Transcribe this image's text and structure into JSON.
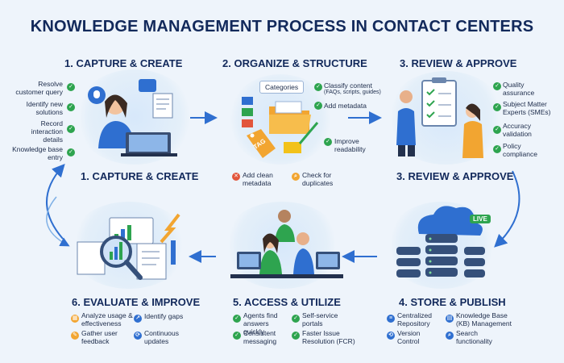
{
  "title": "KNOWLEDGE MANAGEMENT PROCESS IN CONTACT CENTERS",
  "stages": {
    "capture": {
      "title": "1. CAPTURE & CREATE",
      "bottom_title": "1. CAPTURE & CREATE",
      "items": [
        "Resolve customer query",
        "Identify new solutions",
        "Record interaction details",
        "Knowledge base entry"
      ]
    },
    "organize": {
      "title": "2. ORGANIZE & STRUCTURE",
      "categories_label": "Categories",
      "tag_label": "TAG",
      "items": [
        "Classify content",
        "(FAQs, scripts, guides)",
        "Add metadata",
        "Improve readability"
      ],
      "bottom_items": [
        "Add clean metadata",
        "Check for duplicates"
      ]
    },
    "review": {
      "title": "3. REVIEW & APPROVE",
      "bottom_title": "3. REVIEW & APPROVE",
      "items": [
        "Quality assurance",
        "Subject Matter Experts (SMEs)",
        "Accuracy validation",
        "Policy compliance"
      ]
    },
    "store": {
      "title": "4. STORE & PUBLISH",
      "live_label": "LIVE",
      "items": [
        "Centralized Repository",
        "Knowledge Base (KB) Management",
        "Version Control",
        "Search functionality"
      ]
    },
    "access": {
      "title": "5. ACCESS & UTILIZE",
      "items": [
        "Agents find answers quickly",
        "Self-service portals",
        "Consistent messaging",
        "Faster Issue Resolution (FCR)"
      ]
    },
    "evaluate": {
      "title": "6. EVALUATE & IMPROVE",
      "items": [
        "Analyze usage & effectiveness",
        "Identify gaps",
        "Gather user feedback",
        "Continuous updates"
      ]
    }
  }
}
